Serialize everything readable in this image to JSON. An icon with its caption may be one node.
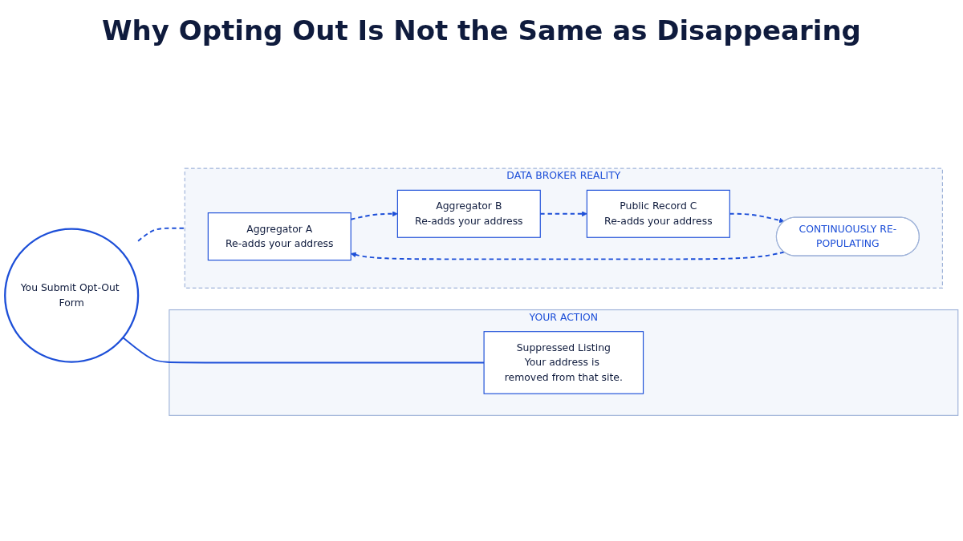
{
  "diagram": {
    "title": "Why Opting Out Is Not the Same as Disappearing",
    "nodes": [
      {
        "text": [
          "You Submit Opt-Out Form"
        ]
      },
      {
        "text": [
          "YOUR ACTION"
        ]
      },
      {
        "text": [
          "Suppressed Listing",
          "Your address is removed from that site."
        ],
        "in": 1
      },
      {
        "text": [
          "DATA BROKER REALITY"
        ]
      },
      {
        "text": [
          "Aggregator A",
          "Re-adds your address"
        ],
        "in": 3
      },
      {
        "text": [
          "Aggregator B",
          "Re-adds your address"
        ],
        "in": 3
      },
      {
        "text": [
          "Public Record C",
          "Re-adds your address"
        ],
        "in": 3
      },
      {
        "text": [
          "CONTINUOUSLY RE-POPULATING"
        ],
        "in": 3
      }
    ],
    "edges": [
      {
        "from": 0,
        "to": 2,
        "arrow": "none"
      },
      {
        "from": 0,
        "to": 3,
        "arrow": "none",
        "style": "dashed"
      },
      {
        "from": 4,
        "to": 5,
        "arrow": "to",
        "style": "dashed"
      },
      {
        "from": 5,
        "to": 6,
        "arrow": "to",
        "style": "dashed"
      },
      {
        "from": 6,
        "to": 7,
        "arrow": "to",
        "style": "dashed"
      },
      {
        "from": 7,
        "to": 4,
        "arrow": "to",
        "style": "dashed"
      }
    ]
  }
}
